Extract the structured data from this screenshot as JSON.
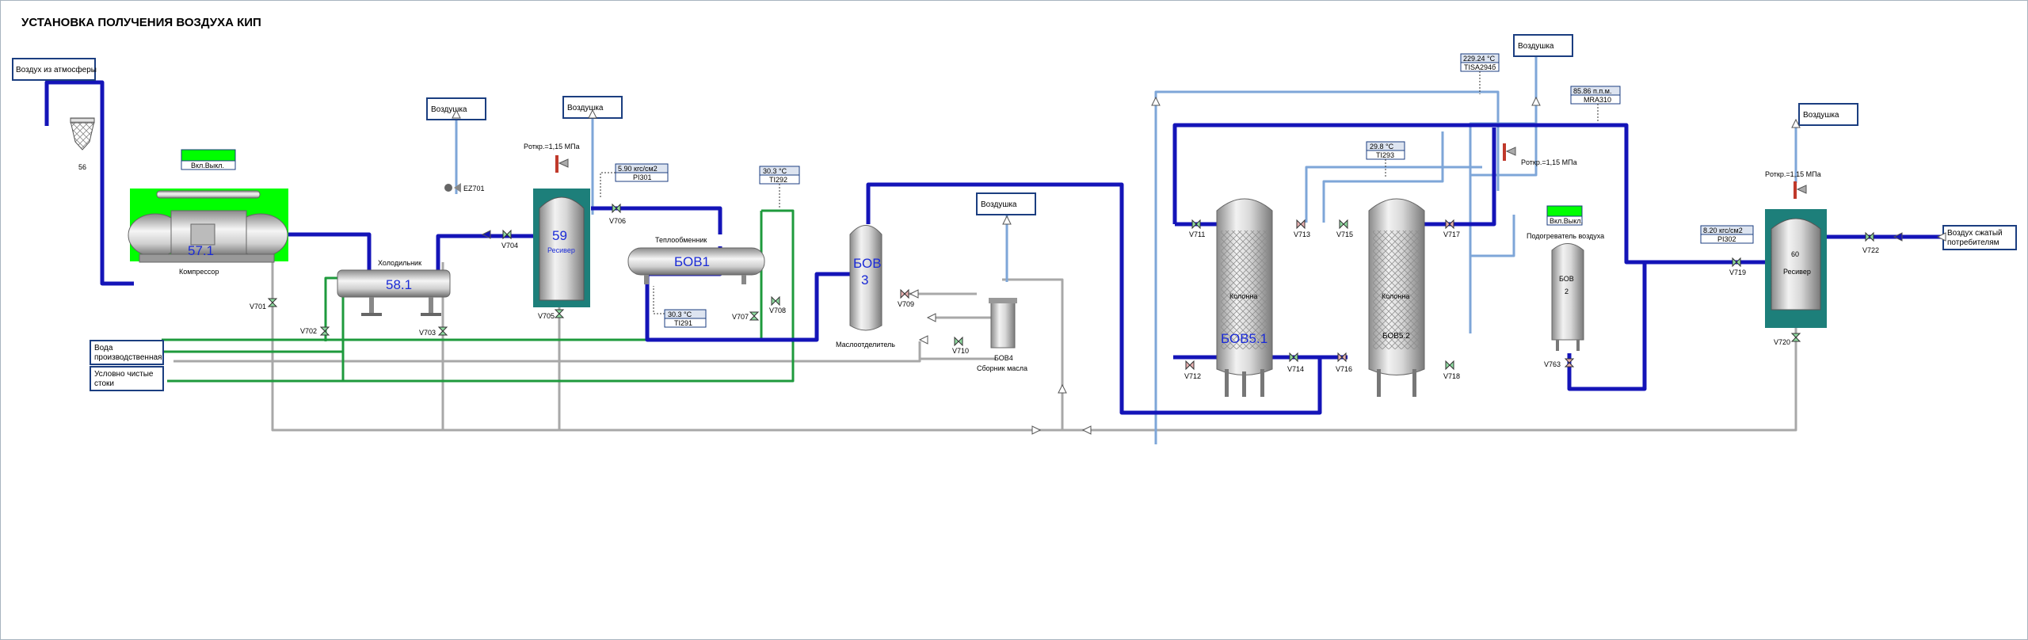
{
  "title": "УСТАНОВКА ПОЛУЧЕНИЯ ВОЗДУХА КИП",
  "boxes": {
    "atm_in": "Воздух из атмосферы",
    "air1": "Воздушка",
    "air2": "Воздушка",
    "air3": "Воздушка",
    "air4": "Воздушка",
    "air5": "Воздушка",
    "water1": "Вода",
    "water2": "производственная",
    "drain1": "Условно чистые",
    "drain2": "стоки",
    "out1": "Воздух сжатый",
    "out2": "потребителям"
  },
  "equipment": {
    "filter": "56",
    "compressor_tag": "57.1",
    "compressor_name": "Компрессор",
    "onoff1": "Вкл.Выкл.",
    "cooler_tag": "58.1",
    "cooler_name": "Холодильник",
    "receiver59_tag": "59",
    "receiver59_name": "Ресивер",
    "hx_tag": "БОВ1",
    "hx_name": "Теплообменник",
    "sep_tag1": "БОВ",
    "sep_tag2": "3",
    "sep_name": "Маслоотделитель",
    "col1_name": "Колонна",
    "col1_tag": "БОВ5.1",
    "col2_name": "Колонна",
    "col2_tag": "БОВ5.2",
    "bov4_tag": "БОВ4",
    "bov4_name": "Сборник масла",
    "heater_tag1": "БОВ",
    "heater_tag2": "2",
    "heater_name": "Подогреватель воздуха",
    "onoff2": "Вкл.Выкл.",
    "receiver60_tag": "60",
    "receiver60_name": "Ресивер",
    "ez": "EZ701"
  },
  "pressure_labels": {
    "p59": "Pоткр.=1,15 МПа",
    "p_heater": "Pоткр.=1,15 МПа",
    "p60": "Pоткр.=1,15 МПа"
  },
  "instruments": {
    "pi301_val": "5.90 кгс/см2",
    "pi301_tag": "PI301",
    "ti291_val": "30.3 °C",
    "ti291_tag": "TI291",
    "ti292_val": "30.3 °C",
    "ti292_tag": "TI292",
    "ti293_val": "29.8 °C",
    "ti293_tag": "TI293",
    "tisa_val": "229.24 °C",
    "tisa_tag": "TISA294б",
    "mra_val": "85.86 п.п.м.",
    "mra_tag": "MRA310",
    "pi302_val": "8.20 кгс/см2",
    "pi302_tag": "PI302"
  },
  "valves": {
    "v701": "V701",
    "v702": "V702",
    "v703": "V703",
    "v704": "V704",
    "v705": "V705",
    "v706": "V706",
    "v707": "V707",
    "v708": "V708",
    "v709": "V709",
    "v710": "V710",
    "v711": "V711",
    "v712": "V712",
    "v713": "V713",
    "v714": "V714",
    "v715": "V715",
    "v716": "V716",
    "v717": "V717",
    "v718": "V718",
    "v719": "V719",
    "v720": "V720",
    "v722": "V722",
    "v763": "V763"
  },
  "colors": {
    "air_pipe": "#1414b8",
    "light_pipe": "#7ea6d8",
    "water_pipe": "#1e9a3c",
    "drain_pipe": "#a8a8a8",
    "vessel_teal": "#1d7f7a",
    "onoff_green": "#00ff00"
  }
}
